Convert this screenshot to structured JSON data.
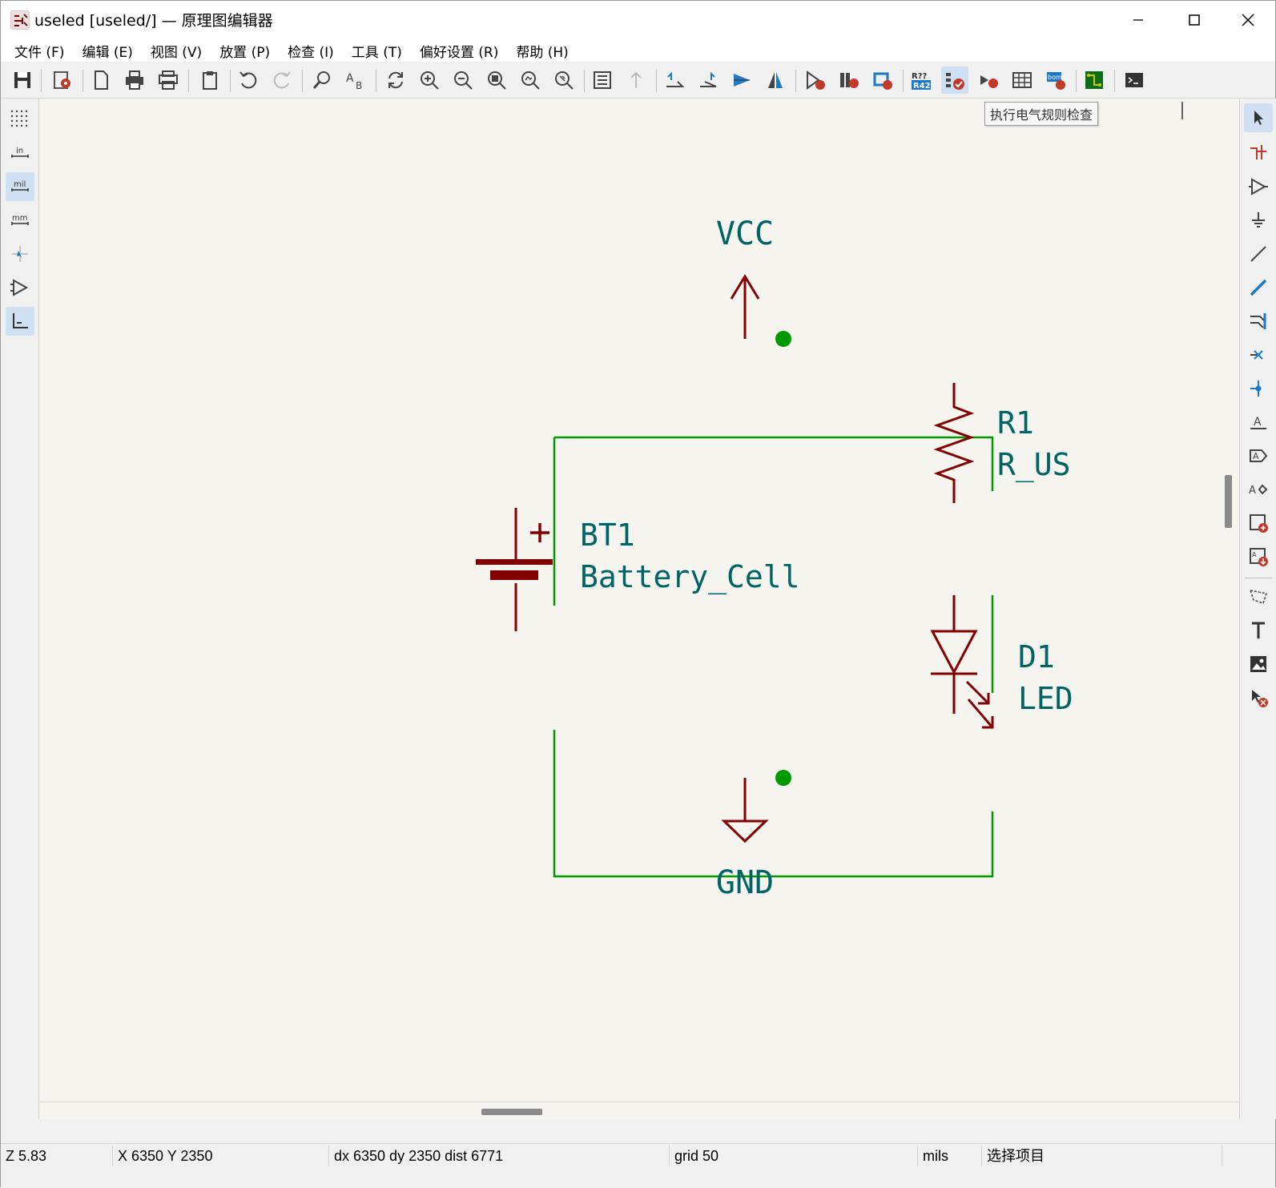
{
  "window": {
    "title": "useled [useled/] — 原理图编辑器",
    "controls": {
      "minimize": "—",
      "maximize": "☐",
      "close": "✕"
    }
  },
  "menu": [
    "文件 (F)",
    "编辑 (E)",
    "视图 (V)",
    "放置 (P)",
    "检查 (I)",
    "工具 (T)",
    "偏好设置 (R)",
    "帮助 (H)"
  ],
  "tooltip": "执行电气规则检查",
  "left_toolbar": {
    "units_in": "in",
    "units_mil": "mil",
    "units_mm": "mm",
    "active_unit": "mil"
  },
  "schematic": {
    "power_top": "VCC",
    "power_bottom": "GND",
    "battery": {
      "ref": "BT1",
      "value": "Battery_Cell",
      "plus_sign": "+"
    },
    "resistor": {
      "ref": "R1",
      "value": "R_US"
    },
    "led": {
      "ref": "D1",
      "value": "LED"
    },
    "colors": {
      "wire": "#009a00",
      "component": "#840000",
      "text": "#006366",
      "junction": "#009a00",
      "background": "#f5f4ef"
    }
  },
  "status": {
    "zoom": "Z 5.83",
    "coords": "X 6350  Y 2350",
    "delta": "dx 6350  dy 2350  dist 6771",
    "grid": "grid 50",
    "units": "mils",
    "mode": "选择项目"
  }
}
